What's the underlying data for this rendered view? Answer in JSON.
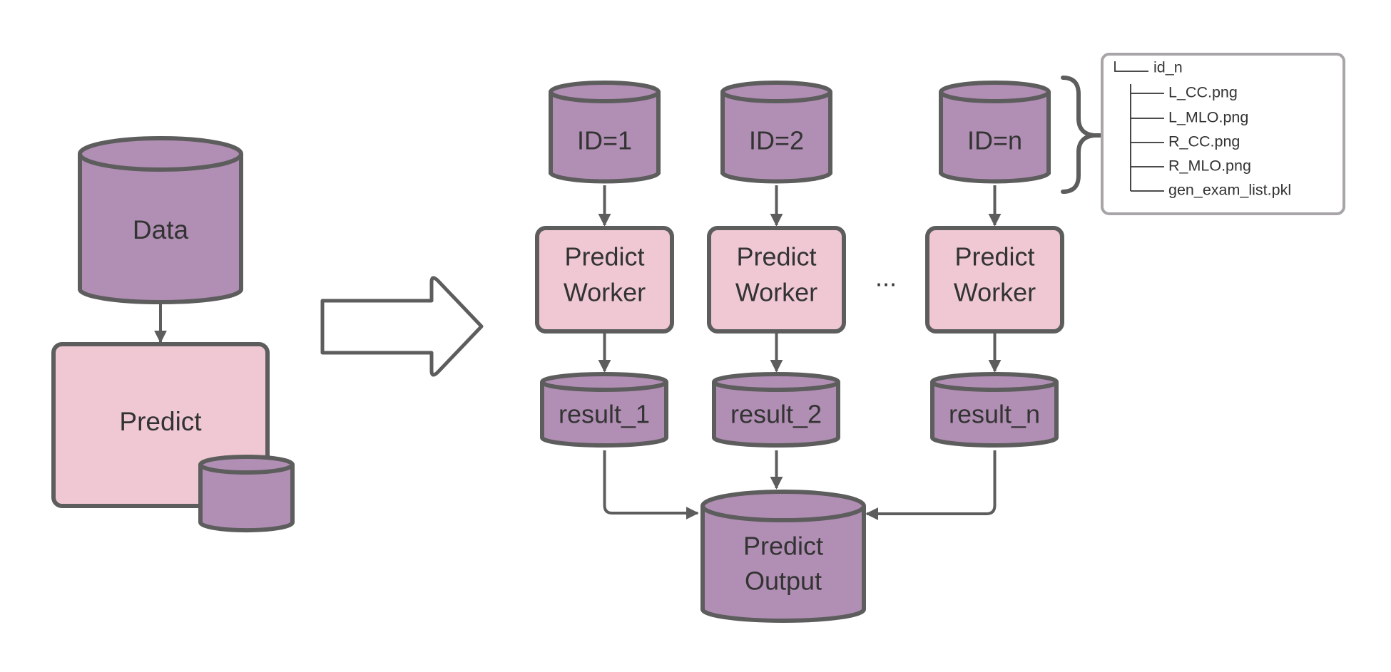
{
  "colors": {
    "stroke": "#5d5d5d",
    "cylinder_fill": "#b18fb4",
    "box_fill": "#efc8d3",
    "panel_stroke": "#a9a4a7",
    "text": "#333333"
  },
  "left": {
    "data_label": "Data",
    "predict_label": "Predict"
  },
  "inputs": [
    {
      "label": "ID=1"
    },
    {
      "label": "ID=2"
    },
    {
      "label": "ID=n"
    }
  ],
  "workers": [
    {
      "line1": "Predict",
      "line2": "Worker"
    },
    {
      "line1": "Predict",
      "line2": "Worker"
    },
    {
      "line1": "Predict",
      "line2": "Worker"
    }
  ],
  "ellipsis": "...",
  "results": [
    {
      "label": "result_1"
    },
    {
      "label": "result_2"
    },
    {
      "label": "result_n"
    }
  ],
  "output": {
    "line1": "Predict",
    "line2": "Output"
  },
  "file_tree": [
    {
      "prefix": "└──",
      "name": "id_n"
    },
    {
      "prefix": "├──",
      "name": "L_CC.png"
    },
    {
      "prefix": "├──",
      "name": "L_MLO.png"
    },
    {
      "prefix": "├──",
      "name": "R_CC.png"
    },
    {
      "prefix": "├──",
      "name": "R_MLO.png"
    },
    {
      "prefix": "└──",
      "name": "gen_exam_list.pkl"
    }
  ]
}
